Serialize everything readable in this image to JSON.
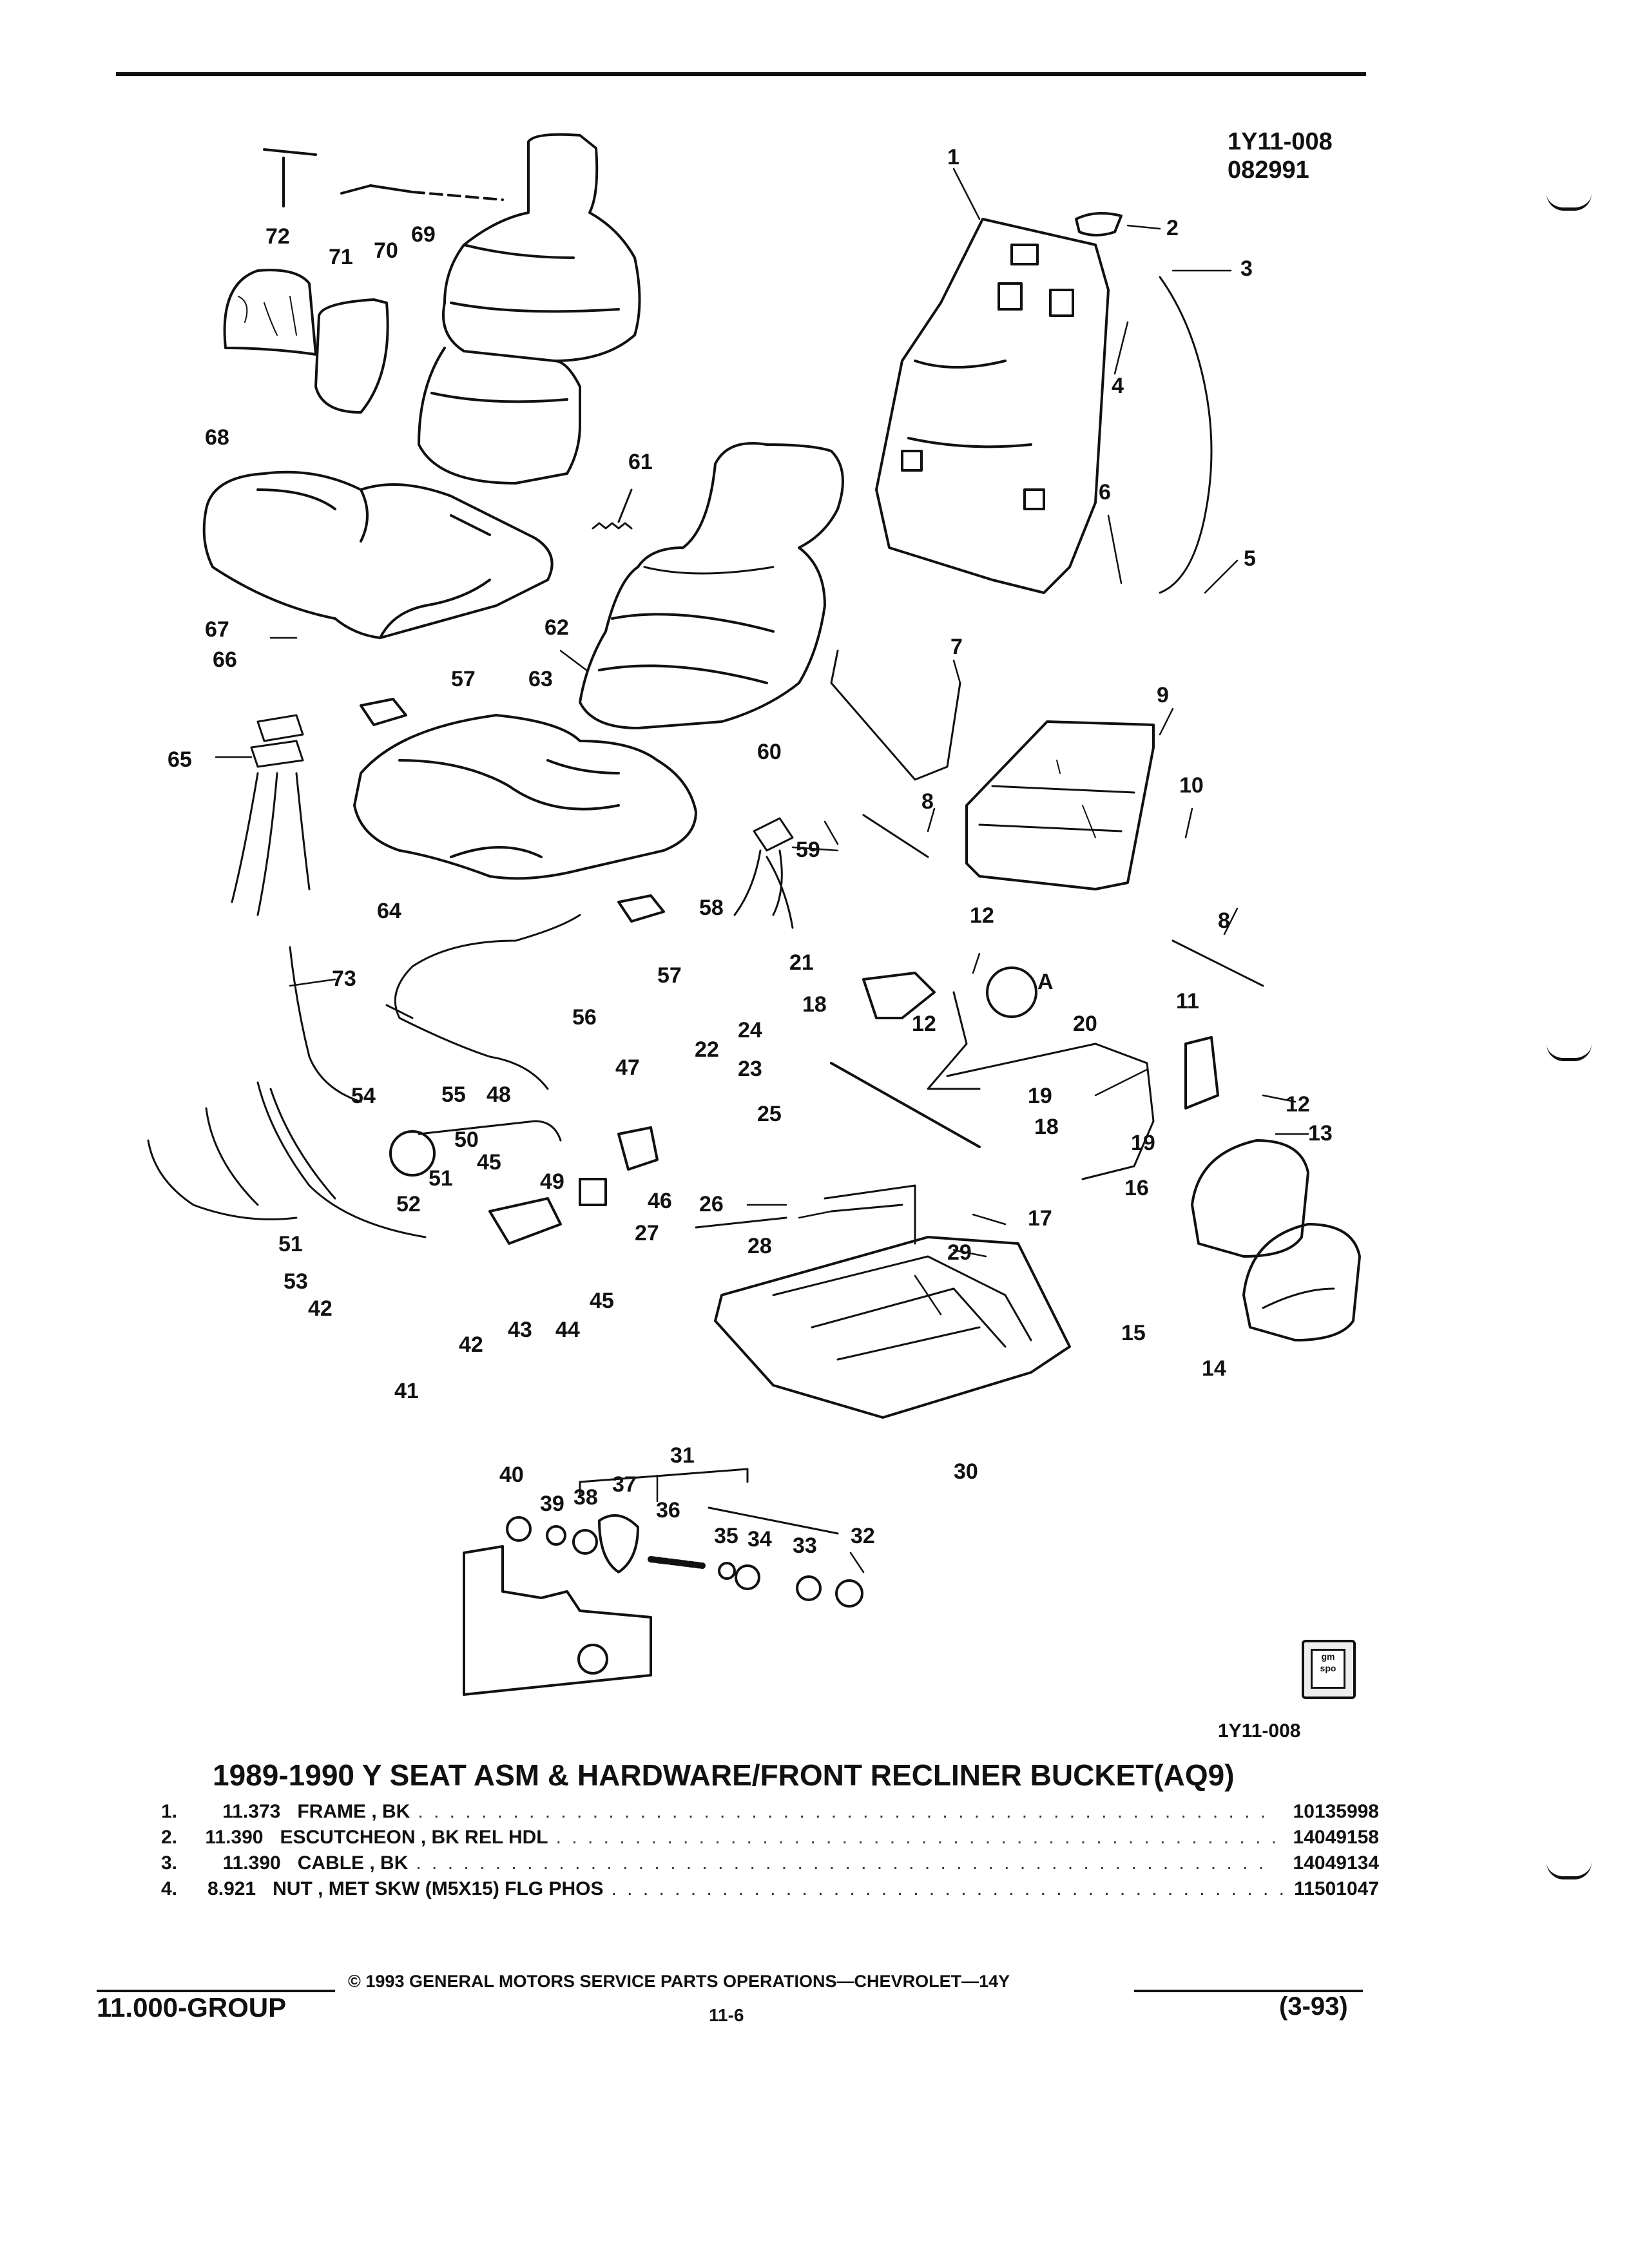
{
  "header": {
    "code": "1Y11-008",
    "sub_code": "082991"
  },
  "figure": {
    "callouts": [
      "1",
      "2",
      "3",
      "4",
      "5",
      "6",
      "7",
      "8",
      "8",
      "9",
      "10",
      "11",
      "12",
      "12",
      "12",
      "13",
      "14",
      "15",
      "16",
      "17",
      "18",
      "18",
      "19",
      "19",
      "20",
      "21",
      "22",
      "23",
      "24",
      "25",
      "26",
      "27",
      "28",
      "29",
      "30",
      "31",
      "32",
      "33",
      "34",
      "35",
      "36",
      "37",
      "38",
      "39",
      "40",
      "41",
      "42",
      "42",
      "43",
      "44",
      "45",
      "45",
      "46",
      "47",
      "48",
      "49",
      "50",
      "51",
      "51",
      "52",
      "53",
      "54",
      "55",
      "56",
      "57",
      "57",
      "58",
      "59",
      "60",
      "61",
      "62",
      "63",
      "64",
      "65",
      "66",
      "67",
      "68",
      "69",
      "70",
      "71",
      "72",
      "73",
      "A"
    ],
    "code": "1Y11-008"
  },
  "title": "1989-1990 Y SEAT ASM & HARDWARE/FRONT RECLINER BUCKET(AQ9)",
  "parts": [
    {
      "no": "1.",
      "code": "11.373",
      "desc": "FRAME , BK",
      "part_number": "10135998"
    },
    {
      "no": "2.",
      "code": "11.390",
      "desc": "ESCUTCHEON , BK REL HDL",
      "part_number": "14049158"
    },
    {
      "no": "3.",
      "code": "11.390",
      "desc": "CABLE , BK",
      "part_number": "14049134"
    },
    {
      "no": "4.",
      "code": "8.921",
      "desc": "NUT , MET SKW (M5X15) FLG PHOS",
      "part_number": "11501047"
    }
  ],
  "footer": {
    "copyright": "© 1993 GENERAL MOTORS SERVICE PARTS OPERATIONS—CHEVROLET—14Y",
    "group": "11.000-GROUP",
    "page": "11-6",
    "date": "(3-93)"
  },
  "logo": {
    "text": "gm spo"
  }
}
